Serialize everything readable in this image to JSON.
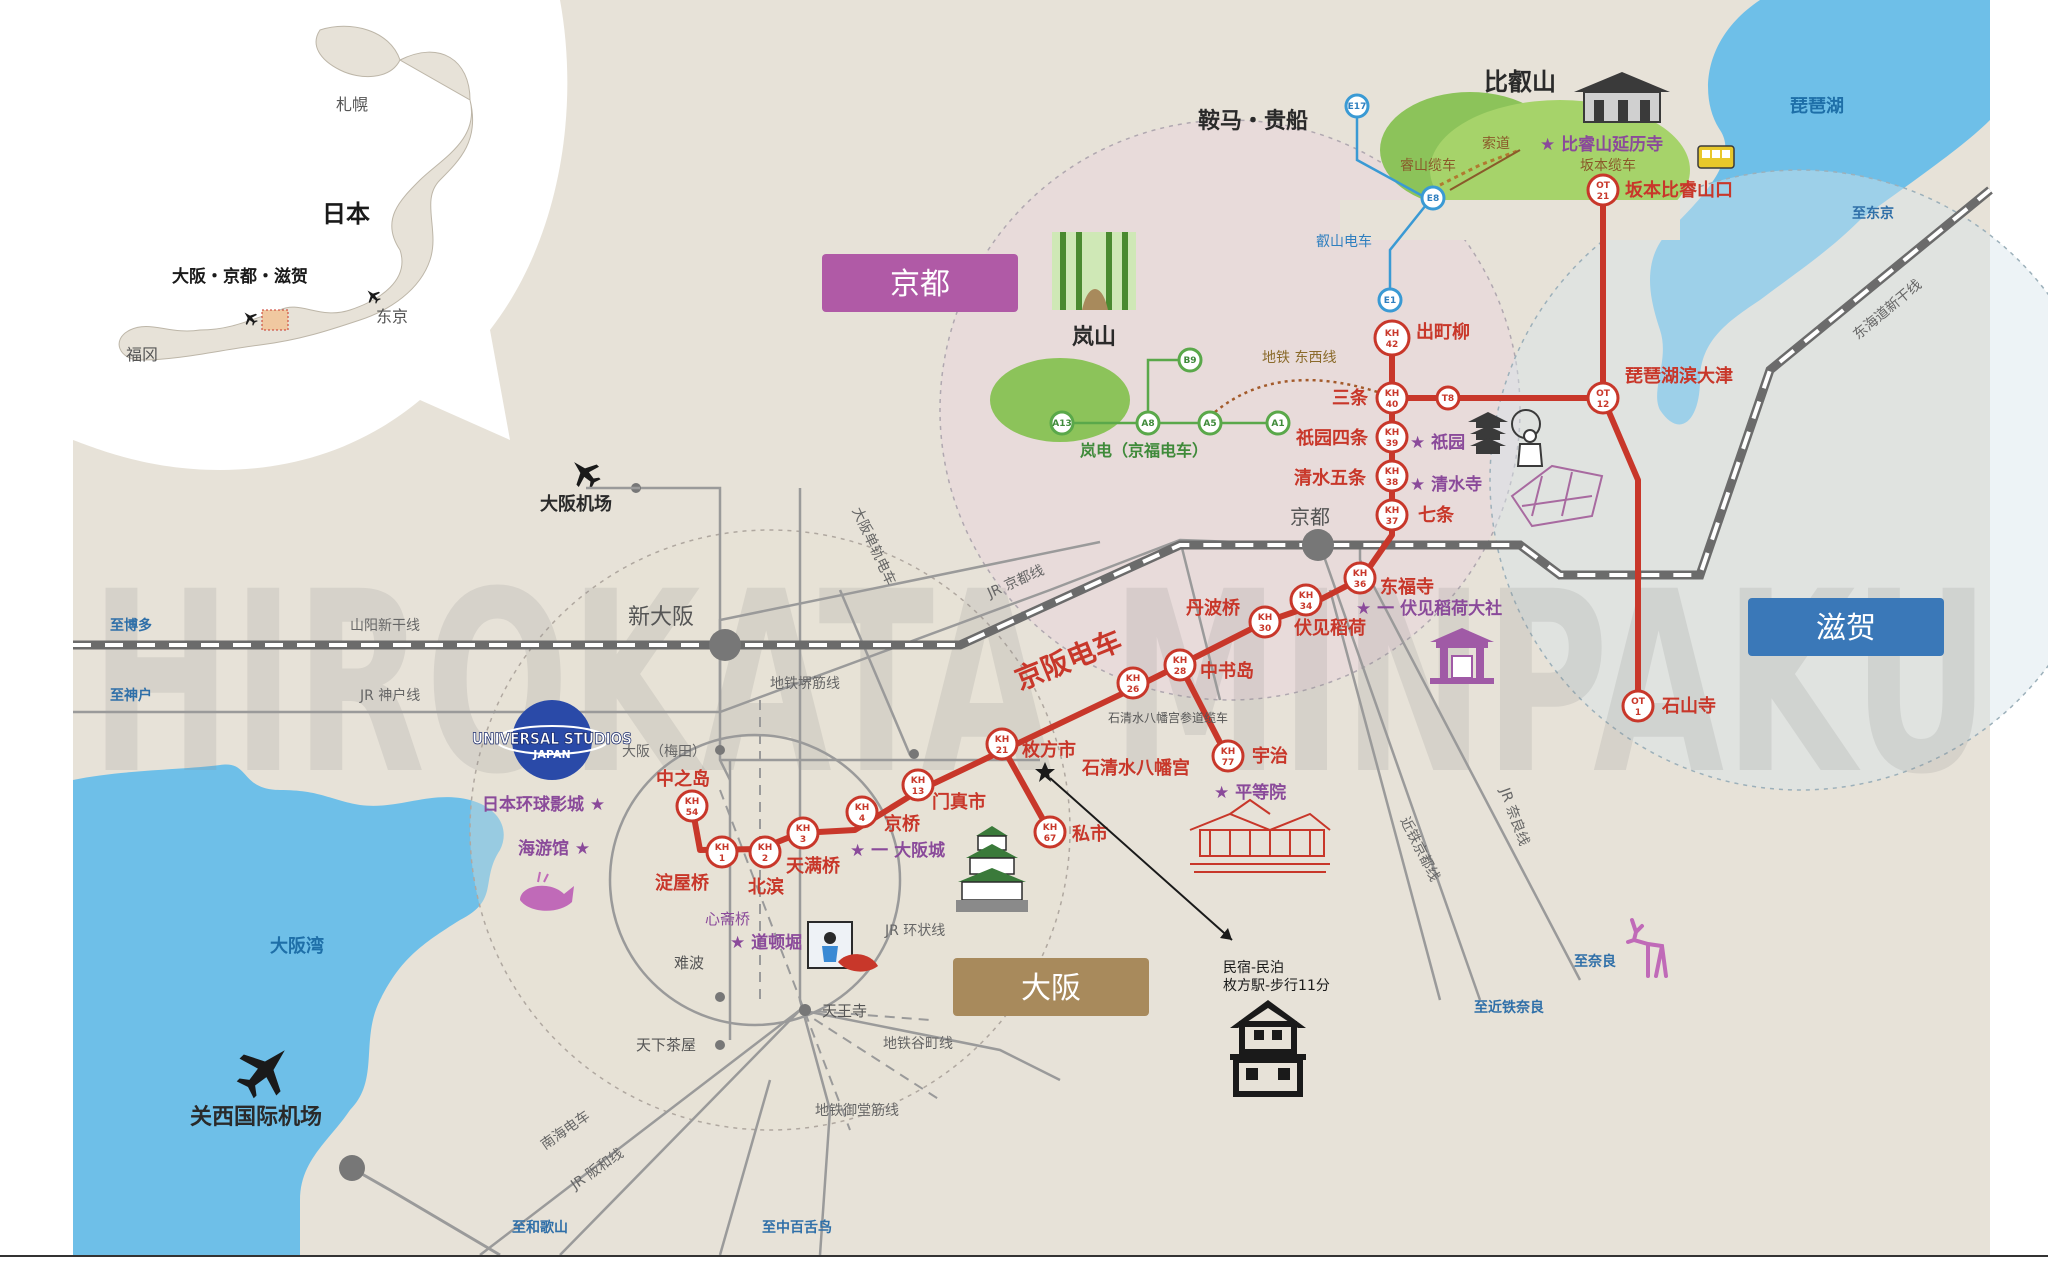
{
  "inset": {
    "country": "日本",
    "region": "大阪・京都・滋贺",
    "cities": [
      "札幌",
      "东京",
      "福冈"
    ]
  },
  "regions": {
    "kyoto": "京都",
    "osaka": "大阪",
    "shiga": "滋贺"
  },
  "areas": {
    "kurama": "鞍马・贵船",
    "hiei": "比叡山",
    "arashiyama": "岚山",
    "biwako": "琵琶湖",
    "osaka_bay": "大阪湾"
  },
  "airports": {
    "itami": "大阪机场",
    "kansai": "关西国际机场"
  },
  "main_stations": {
    "kyoto": "京都",
    "shin_osaka": "新大阪",
    "osaka": "大阪（梅田）",
    "tennoji": "天王寺",
    "tengachaya": "天下茶屋",
    "namba": "难波"
  },
  "lines": {
    "keihan": "京阪电车",
    "jr_kyoto": "JR 京都线",
    "sanyo": "山阳新干线",
    "jr_kobe": "JR 神户线",
    "tokaido": "东海道新干线",
    "jr_nara": "JR 奈良线",
    "kintetsu_kyoto": "近铁京都线",
    "jr_loop": "JR 环状线",
    "subway_sakaisuji": "地铁堺筋线",
    "subway_tanimachi": "地铁谷町线",
    "subway_midosuji": "地铁御堂筋线",
    "nankai": "南海电车",
    "jr_hanwa": "JR 阪和线",
    "osaka_monorail": "大阪单轨电车",
    "tozai": "地铁 东西线",
    "randen": "岚电（京福电车）",
    "eizan": "叡山电车",
    "eizan_cable": "睿山缆车",
    "ropeway": "索道",
    "sakamoto_cable": "坂本缆车"
  },
  "directions": {
    "hakata": "至博多",
    "kobe": "至神户",
    "tokyo": "至东京",
    "nara": "至奈良",
    "kintetsu_nara": "至近铁奈良",
    "wakayama": "至和歌山",
    "nakamozu": "至中百舌鸟"
  },
  "keihan_stations": [
    {
      "code": "KH",
      "num": "42",
      "name": "出町柳"
    },
    {
      "code": "KH",
      "num": "40",
      "name": "三条"
    },
    {
      "code": "KH",
      "num": "39",
      "name": "祇园四条"
    },
    {
      "code": "KH",
      "num": "38",
      "name": "清水五条"
    },
    {
      "code": "KH",
      "num": "37",
      "name": "七条"
    },
    {
      "code": "KH",
      "num": "36",
      "name": "东福寺"
    },
    {
      "code": "KH",
      "num": "34",
      "name": "伏见稻荷"
    },
    {
      "code": "KH",
      "num": "30",
      "name": "丹波桥"
    },
    {
      "code": "KH",
      "num": "28",
      "name": "中书岛"
    },
    {
      "code": "KH",
      "num": "26",
      "name": "石清水八幡宫"
    },
    {
      "code": "KH",
      "num": "21",
      "name": "枚方市"
    },
    {
      "code": "KH",
      "num": "13",
      "name": "门真市"
    },
    {
      "code": "KH",
      "num": "4",
      "name": "京桥"
    },
    {
      "code": "KH",
      "num": "3",
      "name": "天满桥"
    },
    {
      "code": "KH",
      "num": "2",
      "name": "北滨"
    },
    {
      "code": "KH",
      "num": "1",
      "name": "淀屋桥"
    },
    {
      "code": "KH",
      "num": "54",
      "name": "中之岛"
    },
    {
      "code": "KH",
      "num": "77",
      "name": "宇治"
    },
    {
      "code": "KH",
      "num": "67",
      "name": "私市"
    }
  ],
  "otsu_stations": [
    {
      "code": "OT",
      "num": "21",
      "name": "坂本比睿山口"
    },
    {
      "code": "OT",
      "num": "12",
      "name": "琵琶湖滨大津"
    },
    {
      "code": "OT",
      "num": "1",
      "name": "石山寺"
    }
  ],
  "other_stations": {
    "eizan": [
      {
        "code": "E17"
      },
      {
        "code": "E8"
      },
      {
        "code": "E1"
      }
    ],
    "randen": [
      {
        "code": "B9"
      },
      {
        "code": "A13"
      },
      {
        "code": "A8"
      },
      {
        "code": "A5"
      },
      {
        "code": "A1"
      }
    ],
    "tozai": {
      "code": "T8"
    }
  },
  "sights": {
    "enryakuji": "★ 比睿山延历寺",
    "gion": "★ 祇园",
    "kiyomizu": "★ 清水寺",
    "fushimi_inari": "★ 一 伏见稻荷大社",
    "byodoin": "★ 平等院",
    "osaka_castle": "★ 一 大阪城",
    "dotonbori": "★ 道顿堀",
    "usj": "日本环球影城 ★",
    "aquarium": "海游馆 ★",
    "shinsaibashi": "心斋桥",
    "iwashimizu_ropeway": "石清水八幡宫参道缆车"
  },
  "usj_logo": {
    "line1": "UNIVERSAL STUDIOS",
    "line2": "JAPAN"
  },
  "accommodation": {
    "line1": "民宿-民泊",
    "line2": "枚方駅-步行11分"
  },
  "watermark": "HIROKATA MINPAKU",
  "colors": {
    "keihan": "#c8372a",
    "kyoto_box": "#b05aa6",
    "osaka_box": "#a88a5c",
    "shiga_box": "#3a78b8",
    "sea": "#6ebfe8",
    "land": "#e7e2d8",
    "eizan": "#3a9ad4",
    "randen": "#5aa84a"
  }
}
